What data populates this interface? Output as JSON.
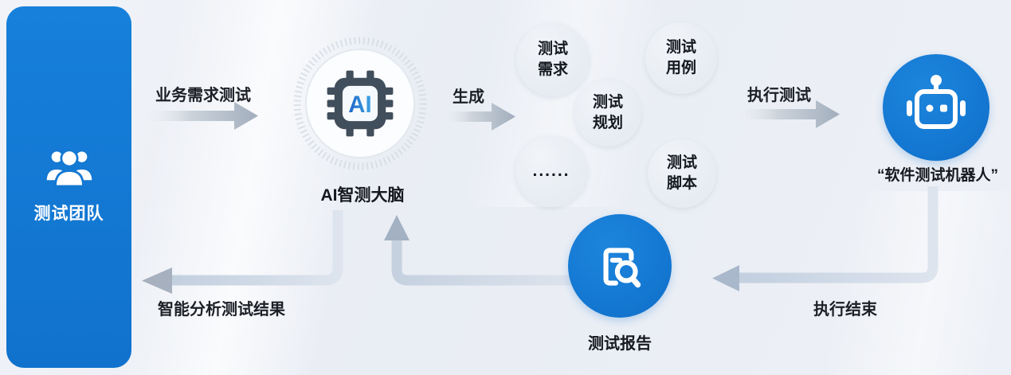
{
  "diagram": {
    "team": {
      "label": "测试团队",
      "icon": "people-group-icon"
    },
    "ai_brain": {
      "chip_text": "AI",
      "label": "AI智测大脑",
      "icon": "ai-chip-icon"
    },
    "robot": {
      "label": "“软件测试机器人”",
      "icon": "robot-icon"
    },
    "report": {
      "label": "测试报告",
      "icon": "report-search-icon"
    },
    "bubbles": [
      {
        "lines": [
          "测试",
          "需求"
        ]
      },
      {
        "lines": [
          "测试",
          "用例"
        ]
      },
      {
        "lines": [
          "测试",
          "规划"
        ]
      },
      {
        "lines": [
          "......"
        ]
      },
      {
        "lines": [
          "测试",
          "脚本"
        ]
      }
    ],
    "arrow_labels": {
      "business_requirements": "业务需求测试",
      "generate": "生成",
      "execute_test": "执行测试",
      "execution_finished": "执行结束",
      "analyze_results": "智能分析测试结果"
    },
    "colors": {
      "primary_blue": "#1478d2",
      "chip_slate": "#414e5c",
      "ai_text_gradient_start": "#1d67c8",
      "ai_text_gradient_end": "#3fa4e4",
      "bubble_fill": "#e9edf3",
      "arrow_gray": "#a8b2bf",
      "bent_arrow_gray_blue": "#ccd6e3",
      "background": "#edeff5"
    }
  }
}
